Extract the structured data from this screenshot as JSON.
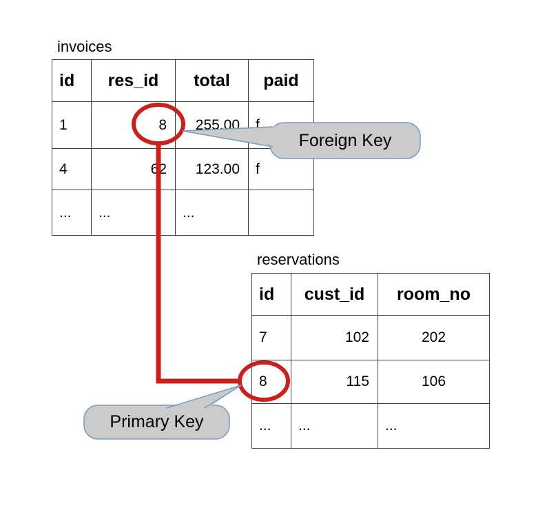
{
  "tables": {
    "invoices": {
      "title": "invoices",
      "headers": [
        "id",
        "res_id",
        "total",
        "paid"
      ],
      "rows": [
        [
          "1",
          "8",
          "255.00",
          "f"
        ],
        [
          "4",
          "62",
          "123.00",
          "f"
        ],
        [
          "...",
          "...",
          "...",
          ""
        ]
      ]
    },
    "reservations": {
      "title": "reservations",
      "headers": [
        "id",
        "cust_id",
        "room_no"
      ],
      "rows": [
        [
          "7",
          "102",
          "202"
        ],
        [
          "8",
          "115",
          "106"
        ],
        [
          "...",
          "...",
          "..."
        ]
      ]
    }
  },
  "annotations": {
    "foreign_key_label": "Foreign Key",
    "primary_key_label": "Primary Key"
  },
  "colors": {
    "highlight_red": "#c9211e",
    "callout_fill": "#cbcbcb",
    "callout_border": "#7b9cc4",
    "table_border": "#3f3f3f",
    "background": "#ffffff"
  }
}
